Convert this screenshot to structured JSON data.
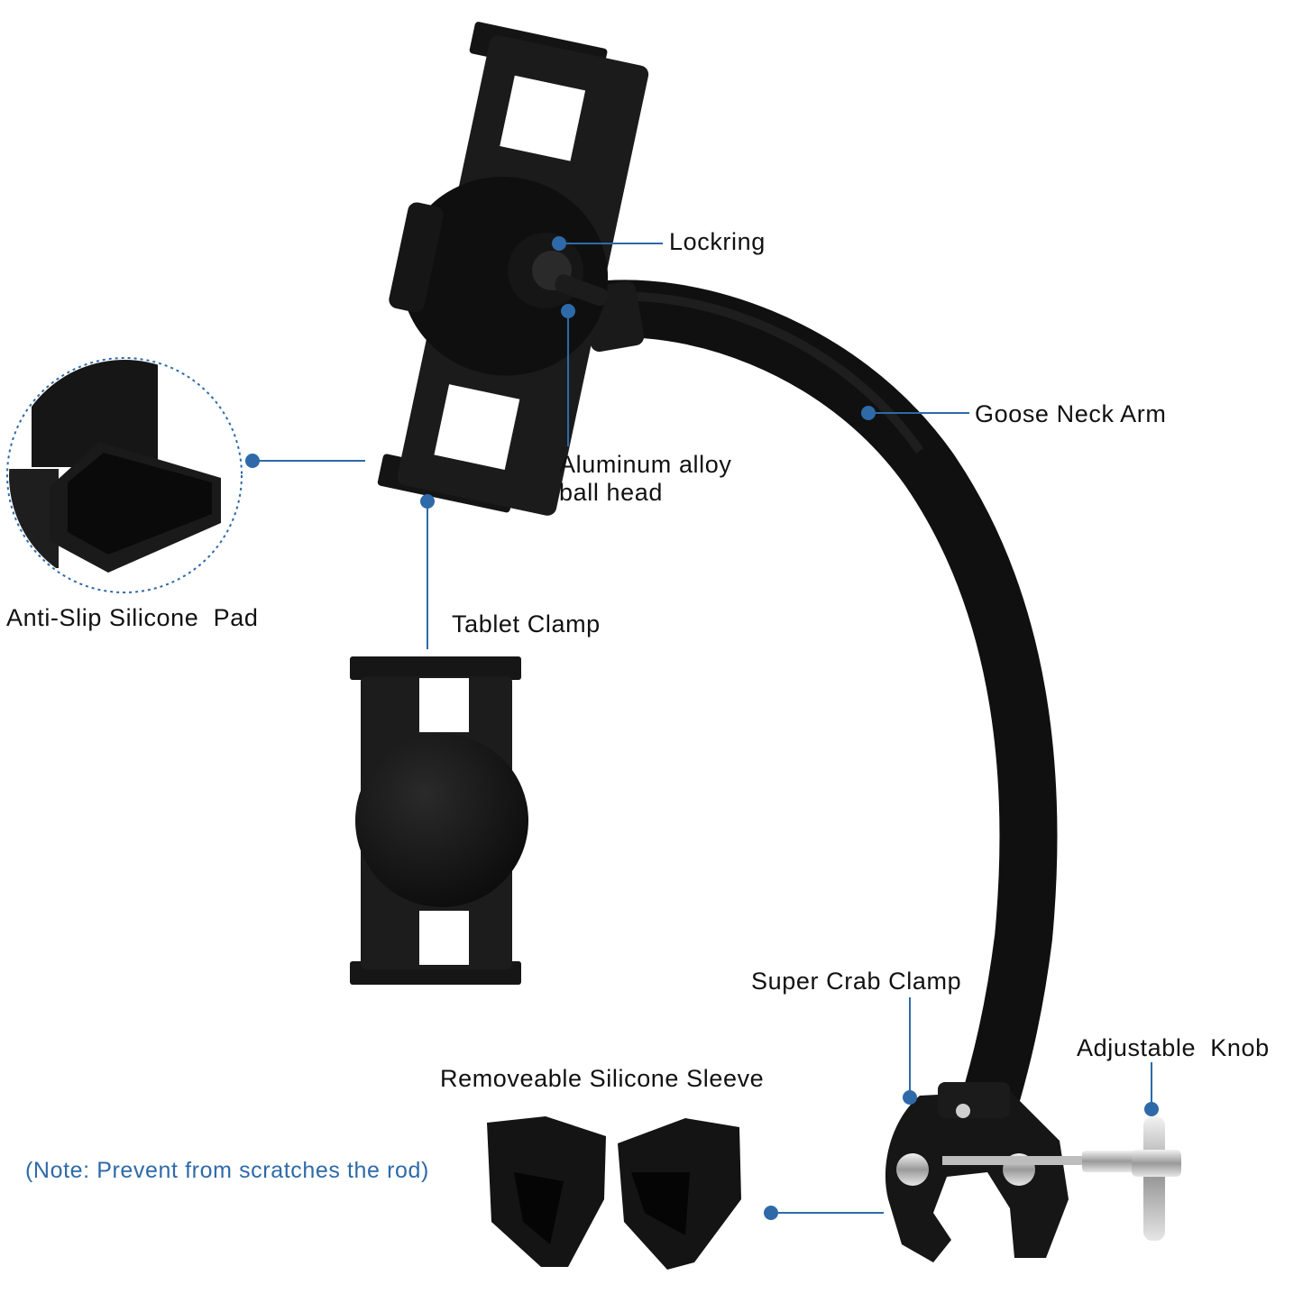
{
  "labels": {
    "lockring": "Lockring",
    "goose_neck_arm": "Goose Neck Arm",
    "ball_head_line1": "Aluminum alloy",
    "ball_head_line2": "ball head",
    "anti_slip_pad": "Anti-Slip Silicone  Pad",
    "tablet_clamp": "Tablet Clamp",
    "super_crab_clamp": "Super Crab Clamp",
    "adjustable_knob": "Adjustable  Knob",
    "silicone_sleeve": "Removeable Silicone Sleeve",
    "note": "(Note: Prevent from scratches the rod)"
  },
  "colors": {
    "callout": "#2e6aa8",
    "product": "#141414",
    "text": "#111111"
  },
  "icons": [
    "tablet-holder-icon",
    "gooseneck-arm-icon",
    "crab-clamp-icon",
    "silicone-sleeve-icon",
    "knob-icon"
  ]
}
